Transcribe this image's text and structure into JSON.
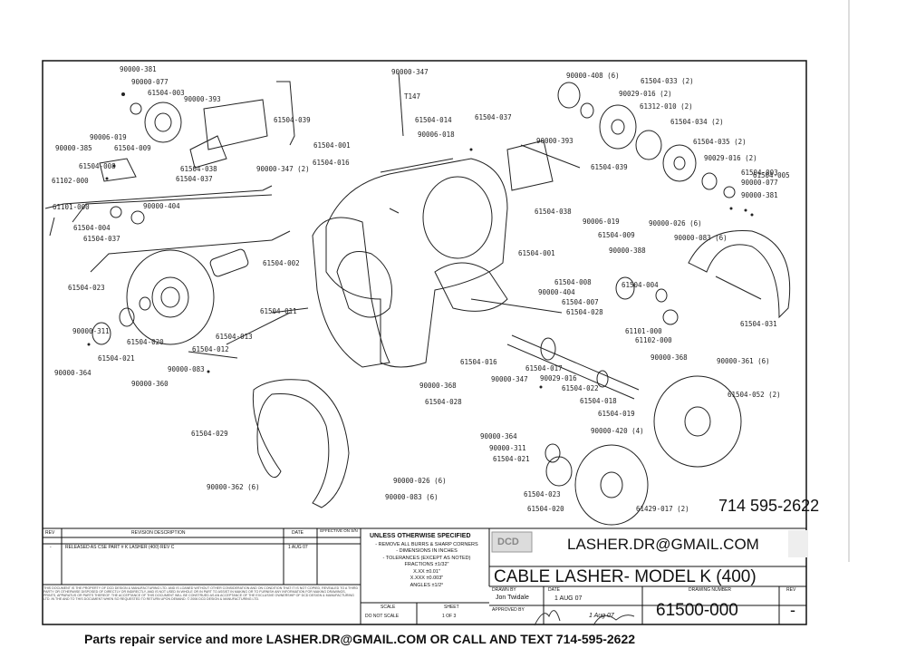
{
  "part_labels": [
    "90000-381",
    "90000-077",
    "61504-003",
    "90000-393",
    "90000-347",
    "T147",
    "90000-408 (6)",
    "61504-033 (2)",
    "90029-016 (2)",
    "61312-010 (2)",
    "61504-034 (2)",
    "61504-035 (2)",
    "90029-016 (2)",
    "61504-003",
    "90000-077",
    "90000-381",
    "61504-039",
    "61504-014",
    "90006-018",
    "61504-037",
    "90000-393",
    "61504-039",
    "90006-019",
    "61504-009",
    "90000-385",
    "61504-008",
    "61102-000",
    "61504-038",
    "61504-037",
    "90000-347 (2)",
    "61504-001",
    "61504-016",
    "61504-038",
    "90000-404",
    "61101-000",
    "61504-004",
    "61504-037",
    "90006-019",
    "90000-026 (6)",
    "61504-009",
    "90000-083 (6)",
    "90000-388",
    "61504-001",
    "61504-002",
    "61504-023",
    "61504-008",
    "90000-404",
    "61504-007",
    "61504-004",
    "61504-028",
    "61504-011",
    "90000-311",
    "61504-020",
    "61504-013",
    "61101-000",
    "61102-000",
    "61504-012",
    "61504-021",
    "90000-368",
    "90000-364",
    "90000-083",
    "90000-360",
    "61504-016",
    "61504-017",
    "90000-347",
    "90029-016",
    "61504-022",
    "90000-368",
    "61504-028",
    "61504-018",
    "61504-019",
    "90000-361 (6)",
    "61504-052 (2)",
    "90000-420 (4)",
    "61504-029",
    "90000-364",
    "90000-311",
    "61504-021",
    "90000-026 (6)",
    "90000-362 (6)",
    "90000-083 (6)",
    "61504-023",
    "61504-020",
    "61429-017 (2)",
    "61504-031",
    "61504-005"
  ],
  "contact": {
    "phone": "714 595-2622",
    "email": "LASHER.DR@GMAIL.COM"
  },
  "revision_block": {
    "rev_header": "REV",
    "description_header": "REVISION DESCRIPTION",
    "date_header": "DATE",
    "effective_header": "EFFECTIVE ON S/N",
    "row_rev": "-",
    "row_description": "RELEASED AS CSE PART # K LASHER (400) REV C",
    "row_date": "1 AUG 07",
    "notice": "THIS DOCUMENT IS THE PROPERTY OF DCD DESIGN & MANUFACTURING LTD. AND IS LOANED WITHOUT OTHER CONSIDERATION AND ON CONDITION THAT IT IS NOT COPIED, REVEALED TO A THIRD PARTY OR OTHERWISE DISPOSED OF DIRECTLY OR INDIRECTLY, AND IS NOT USED IN WHOLE OR IN PART TO ASSIST IN MAKING OR TO FURNISH ANY INFORMATION FOR MAKING DRAWINGS, PRINTS, APPARATUS OR PARTS THEREOF. THE ACCEPTANCE OF THIS DOCUMENT WILL BE CONSTRUED AS AN ACCEPTANCE OF THE EXCLUSIVE OWNERSHIP OF DCD DESIGN & MANUFACTURING LTD. IN THE AND TO THIS DOCUMENT WHEN SO REQUESTED TO RETURN UPON DEMAND. © 2006 DCD DESIGN & MANUFACTURING LTD."
  },
  "notes": {
    "heading": "UNLESS OTHERWISE SPECIFIED",
    "lines": [
      "- REMOVE ALL BURRS & SHARP CORNERS",
      "- DIMENSIONS IN INCHES",
      "- TOLERANCES (EXCEPT AS NOTED)",
      "FRACTIONS ±1/32\"",
      "X.XX ±0.01\"",
      "X.XXX ±0.003\"",
      "ANGLES ±1/2°"
    ]
  },
  "title_block": {
    "logo": "DCD",
    "title": "CABLE LASHER- MODEL K (400)",
    "drawn_by_label": "DRAWN BY",
    "drawn_by": "Jon Twidale",
    "date_label": "DATE",
    "date_value": "1 AUG 07",
    "approved_by_label": "APPROVED BY",
    "approved_date_value": "1 Aug 07",
    "drawing_number_label": "DRAWING NUMBER",
    "drawing_number": "61500-000",
    "rev_label": "REV",
    "rev_value": "-",
    "scale_label": "SCALE",
    "scale_value": "DO NOT SCALE",
    "sheet_label": "SHEET",
    "sheet_value": "1 OF 3"
  },
  "footer": "Parts repair service and more LASHER.DR@GMAIL.COM OR CALL AND TEXT 714-595-2622"
}
